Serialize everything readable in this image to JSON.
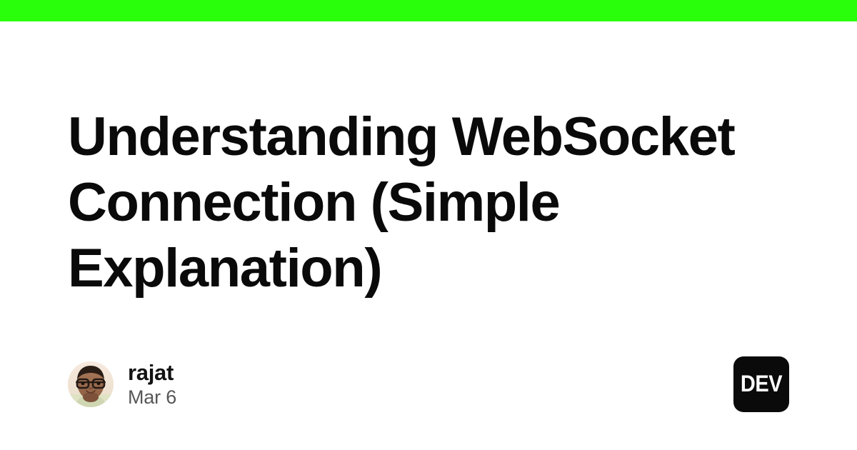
{
  "card": {
    "accent_color": "#29ff0b",
    "background_color": "#ffffff",
    "title": "Understanding WebSocket Connection (Simple Explanation)"
  },
  "author": {
    "name": "rajat",
    "date": "Mar 6",
    "avatar_alt": "rajat profile photo"
  },
  "brand": {
    "logo_text": "DEV",
    "logo_background": "#0a0a0a",
    "logo_foreground": "#ffffff"
  }
}
